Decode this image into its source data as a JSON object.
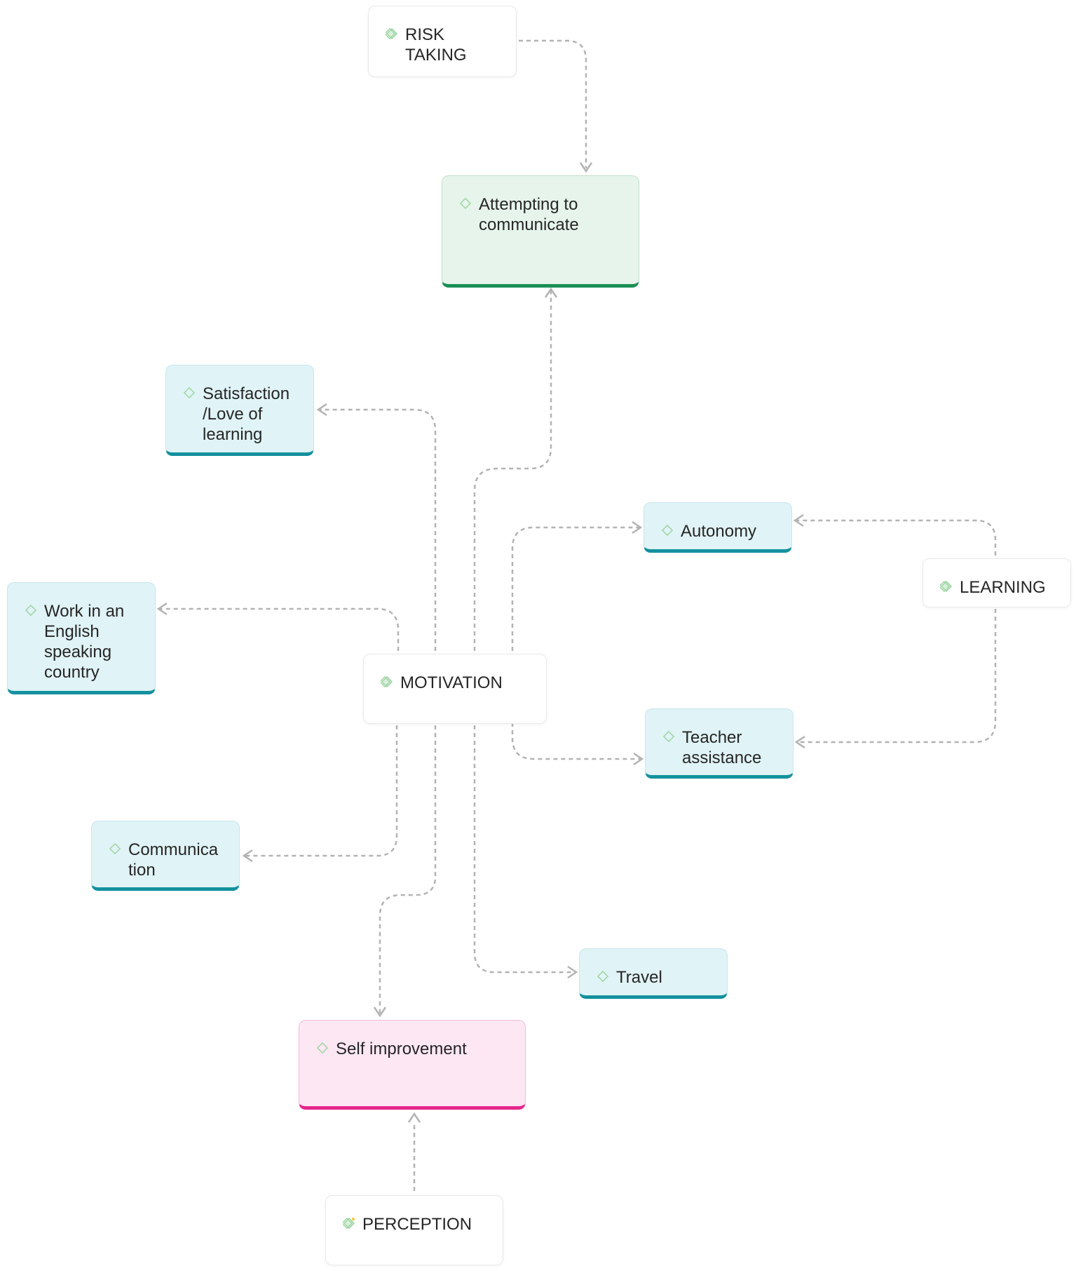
{
  "diagram": {
    "nodes": {
      "risk_taking": {
        "label": "RISK\nTAKING",
        "icon": "code-group-icon"
      },
      "attempting": {
        "label": "Attempting to\ncommunicate",
        "icon": "code-icon"
      },
      "satisfaction": {
        "label": "Satisfaction\n/Love of\nlearning",
        "icon": "code-icon"
      },
      "autonomy": {
        "label": "Autonomy",
        "icon": "code-icon"
      },
      "learning": {
        "label": "LEARNING",
        "icon": "code-group-icon"
      },
      "work_english": {
        "label": "Work in an\nEnglish\nspeaking\ncountry",
        "icon": "code-icon"
      },
      "motivation": {
        "label": "MOTIVATION",
        "icon": "code-group-icon"
      },
      "teacher_assistance": {
        "label": "Teacher\nassistance",
        "icon": "code-icon"
      },
      "communication": {
        "label": "Communica\ntion",
        "icon": "code-icon"
      },
      "travel": {
        "label": "Travel",
        "icon": "code-icon"
      },
      "self_improvement": {
        "label": "Self improvement",
        "icon": "code-icon"
      },
      "perception": {
        "label": "PERCEPTION",
        "icon": "code-group-icon"
      }
    },
    "colors": {
      "edge": "#b3b3b3",
      "icon": "#9fd6a4",
      "teal_accent": "#13919e",
      "green_accent": "#1b8f55",
      "pink_accent": "#e5278b"
    }
  }
}
